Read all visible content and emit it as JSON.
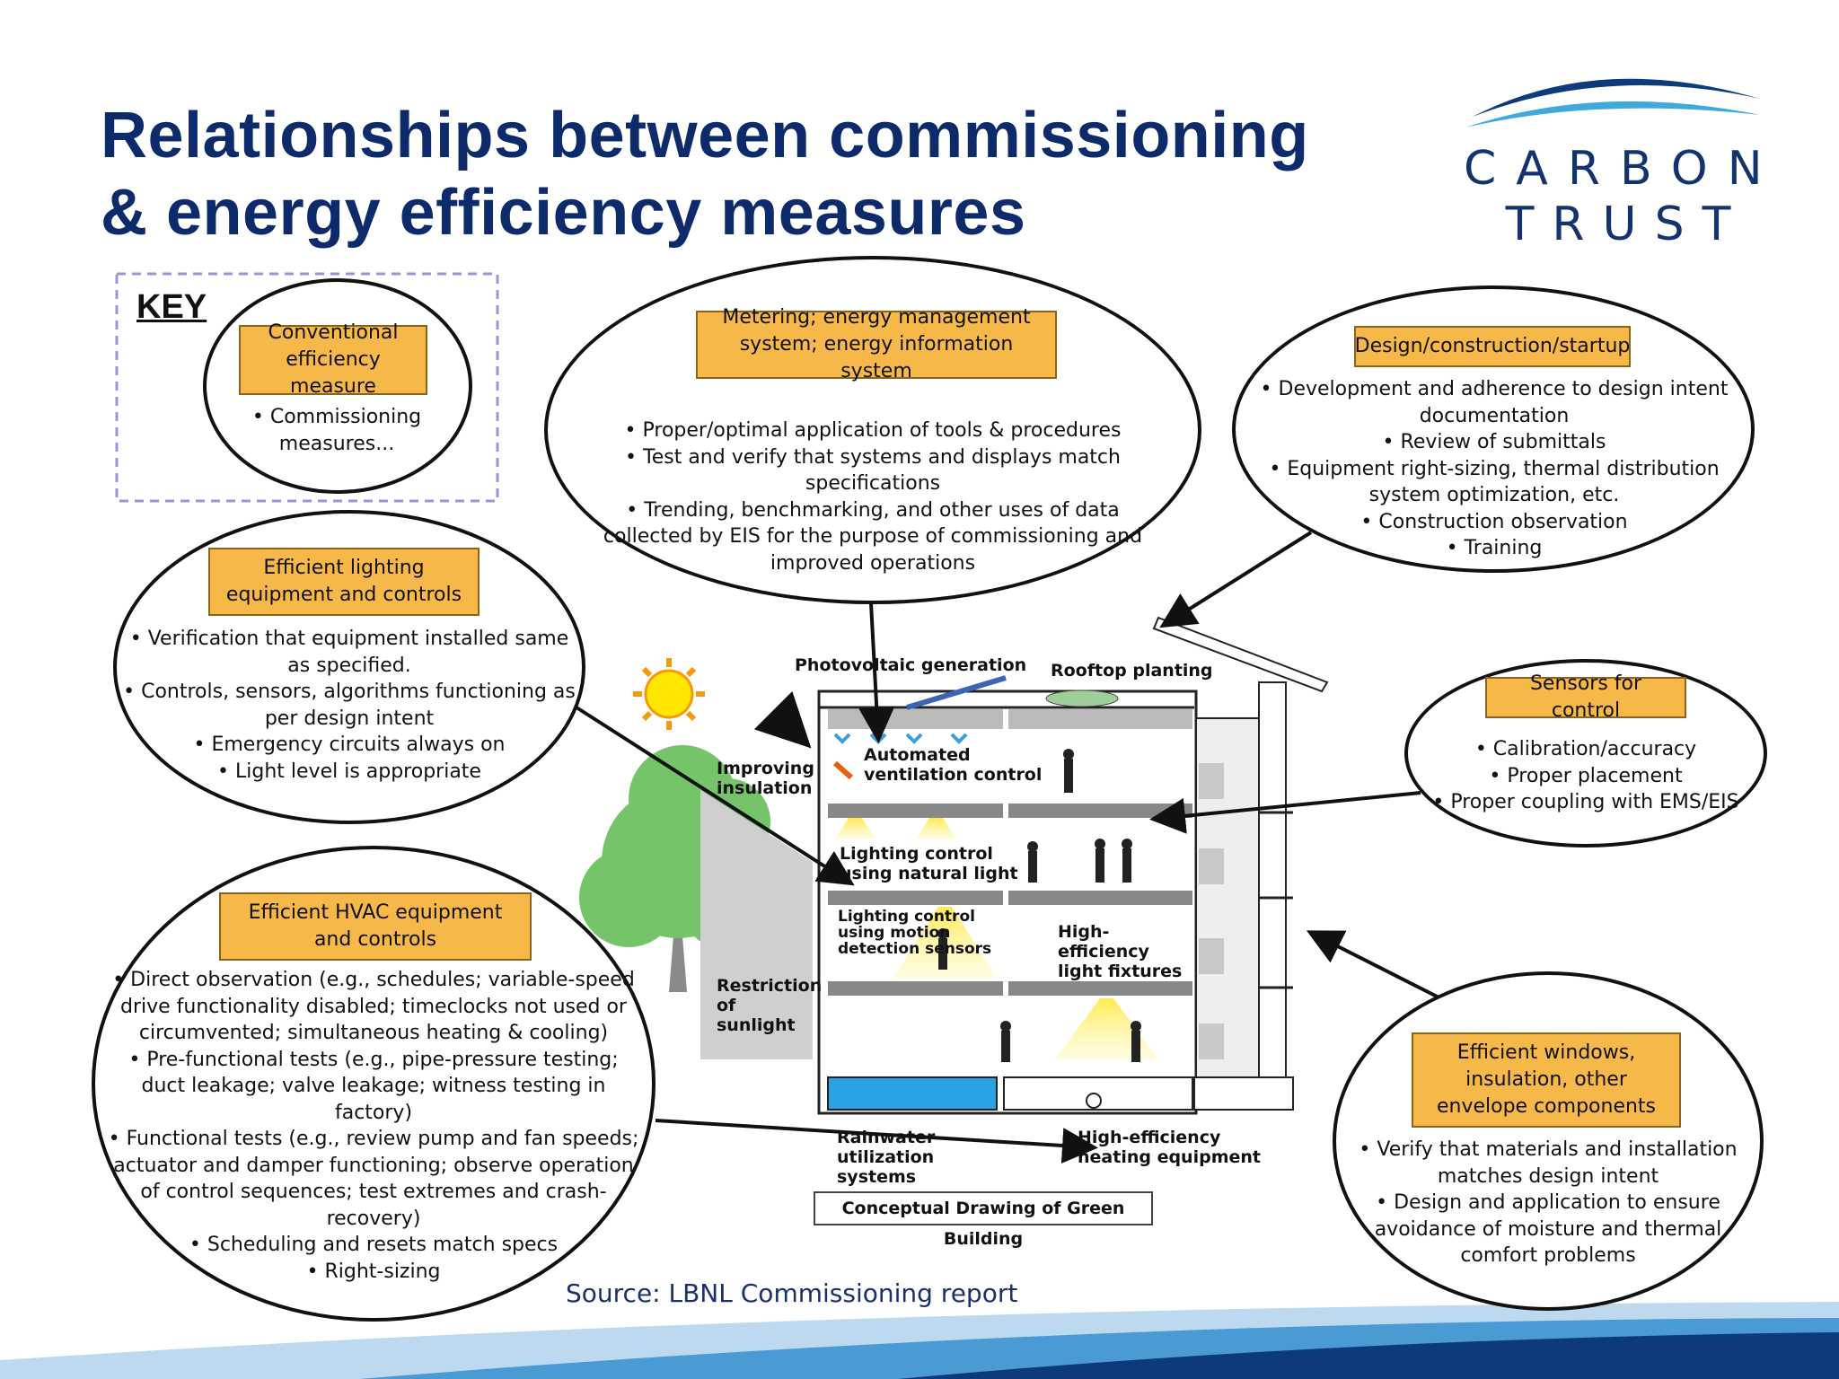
{
  "title": {
    "line1": "Relationships between commissioning",
    "line2": "& energy efficiency measures"
  },
  "logo": {
    "word1": "CARBON",
    "word2": "TRUST"
  },
  "key": {
    "heading": "KEY",
    "box": "Conventional efficiency measure",
    "bullets": [
      "Commissioning measures..."
    ]
  },
  "metering": {
    "box": "Metering; energy management system; energy information system",
    "bullets": [
      "Proper/optimal application of tools & procedures",
      "Test and verify that systems and displays match specifications",
      "Trending, benchmarking, and other uses of data collected by EIS for the purpose of commissioning and improved operations"
    ]
  },
  "design": {
    "box": "Design/construction/startup",
    "bullets": [
      "Development and adherence to design intent documentation",
      "Review of submittals",
      "Equipment right-sizing, thermal distribution system optimization, etc.",
      "Construction observation",
      "Training"
    ]
  },
  "lighting": {
    "box": "Efficient lighting equipment and controls",
    "bullets": [
      "Verification that equipment installed same as specified.",
      "Controls, sensors, algorithms functioning as per design intent",
      "Emergency circuits always on",
      "Light level is appropriate"
    ]
  },
  "sensors": {
    "box": "Sensors for control",
    "bullets": [
      "Calibration/accuracy",
      "Proper placement",
      "Proper coupling with EMS/EIS"
    ]
  },
  "hvac": {
    "box": "Efficient HVAC equipment and controls",
    "bullets": [
      "Direct observation (e.g., schedules; variable-speed drive functionality disabled; timeclocks not used or circumvented; simultaneous heating & cooling)",
      "Pre-functional tests (e.g., pipe-pressure testing; duct leakage; valve leakage; witness testing in factory)",
      "Functional tests (e.g., review pump and fan speeds; actuator and damper functioning; observe operation of control sequences; test extremes and crash-recovery)",
      "Scheduling and resets match specs",
      "Right-sizing"
    ]
  },
  "envelope": {
    "box": "Efficient windows, insulation, other envelope components",
    "bullets": [
      "Verify that materials and installation matches design intent",
      "Design and application to ensure avoidance of moisture and thermal comfort problems"
    ]
  },
  "drawing": {
    "photovoltaic": "Photovoltaic generation",
    "rooftop": "Rooftop planting",
    "insulation": "Improving insulation",
    "ventilation": "Automated ventilation control",
    "lighting_natural": "Lighting control using natural light",
    "lighting_motion": "Lighting control using motion detection sensors",
    "fixtures": "High-efficiency light fixtures",
    "sunlight": "Restriction of sunlight",
    "rainwater": "Rainwater utilization systems",
    "heating": "High-efficiency heating equipment",
    "caption": "Conceptual Drawing of Green Building"
  },
  "source": "Source: LBNL Commissioning report",
  "colors": {
    "title": "#0d2a6b",
    "box_fill": "#f7b84a",
    "logo": "#12336e",
    "swoosh_dark": "#0d3a7a",
    "swoosh_light": "#3fa9dd"
  }
}
